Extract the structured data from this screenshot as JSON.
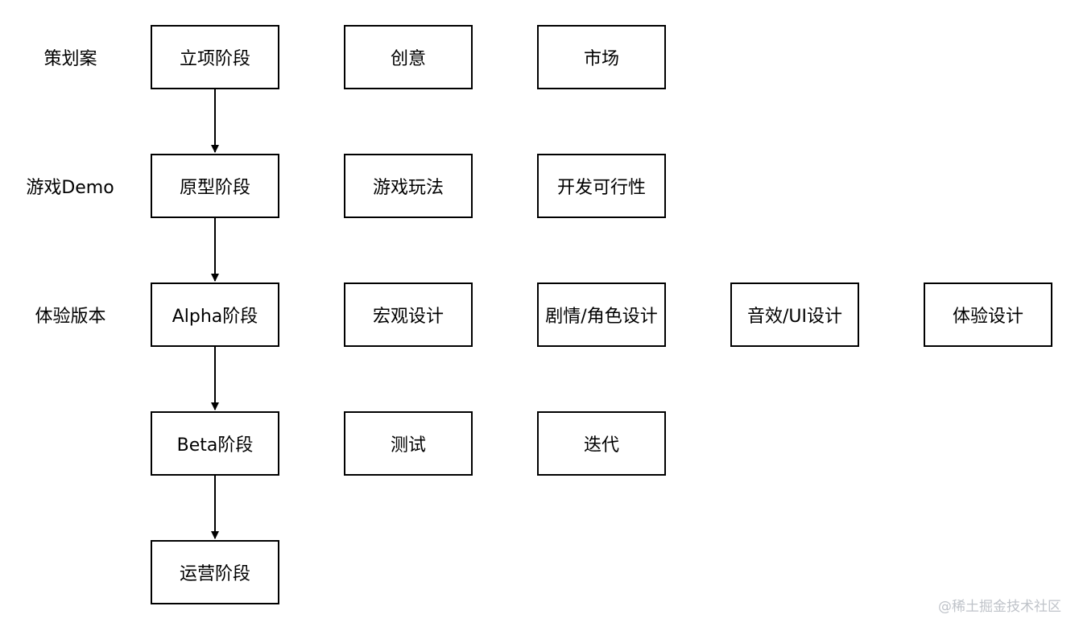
{
  "rows": [
    {
      "label": "策划案",
      "phase": "立项阶段",
      "items": [
        "创意",
        "市场"
      ]
    },
    {
      "label": "游戏Demo",
      "phase": "原型阶段",
      "items": [
        "游戏玩法",
        "开发可行性"
      ]
    },
    {
      "label": "体验版本",
      "phase": "Alpha阶段",
      "items": [
        "宏观设计",
        "剧情/角色设计",
        "音效/UI设计",
        "体验设计"
      ]
    },
    {
      "label": "",
      "phase": "Beta阶段",
      "items": [
        "测试",
        "迭代"
      ]
    },
    {
      "label": "",
      "phase": "运营阶段",
      "items": []
    }
  ],
  "watermark": "@稀土掘金技术社区"
}
